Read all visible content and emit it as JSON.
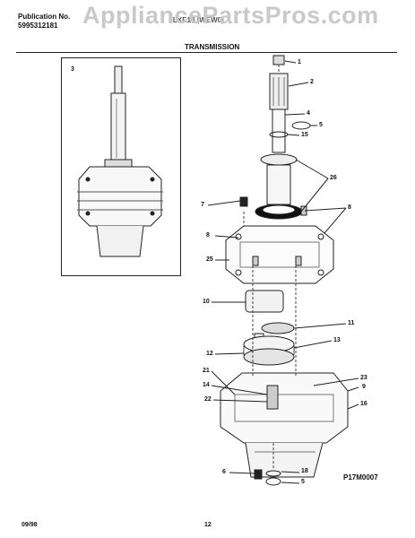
{
  "header": {
    "publication_label": "Publication No.",
    "publication_number": "5995312181",
    "model_text": "FLXE10 (WEW0)",
    "watermark": "AppliancePartsPros.com"
  },
  "title": "TRANSMISSION",
  "inset_callout": "3",
  "callouts": {
    "c1": "1",
    "c2": "2",
    "c4": "4",
    "c5": "5",
    "c15": "15",
    "c26": "26",
    "c7": "7",
    "c8a": "8",
    "c8b": "8",
    "c25": "25",
    "c10": "10",
    "c11": "11",
    "c13": "13",
    "c12": "12",
    "c21": "21",
    "c14": "14",
    "c22": "22",
    "c23": "23",
    "c9": "9",
    "c16": "16",
    "c6": "6",
    "c18": "18",
    "c5b": "5"
  },
  "diagram_code": "P17M0007",
  "footer": {
    "date": "09/98",
    "page": "12"
  }
}
